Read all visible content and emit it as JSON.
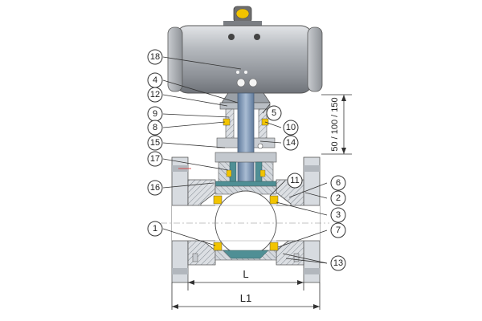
{
  "callouts": {
    "c1": "1",
    "c2": "2",
    "c3": "3",
    "c4": "4",
    "c5": "5",
    "c6": "6",
    "c7": "7",
    "c8": "8",
    "c9": "9",
    "c10": "10",
    "c11": "11",
    "c12": "12",
    "c13": "13",
    "c14": "14",
    "c15": "15",
    "c16": "16",
    "c17": "17",
    "c18": "18"
  },
  "dimensions": {
    "L": "L",
    "L1": "L1",
    "stroke_travel": "50 / 100 / 150"
  },
  "colors": {
    "actuator_body": "#9a9da3",
    "flange": "#d7dbe0",
    "hatch": "#7f8790",
    "seal_yellow": "#f2c400",
    "teal_parts": "#4f8f95",
    "stem": "#7c96b5"
  }
}
